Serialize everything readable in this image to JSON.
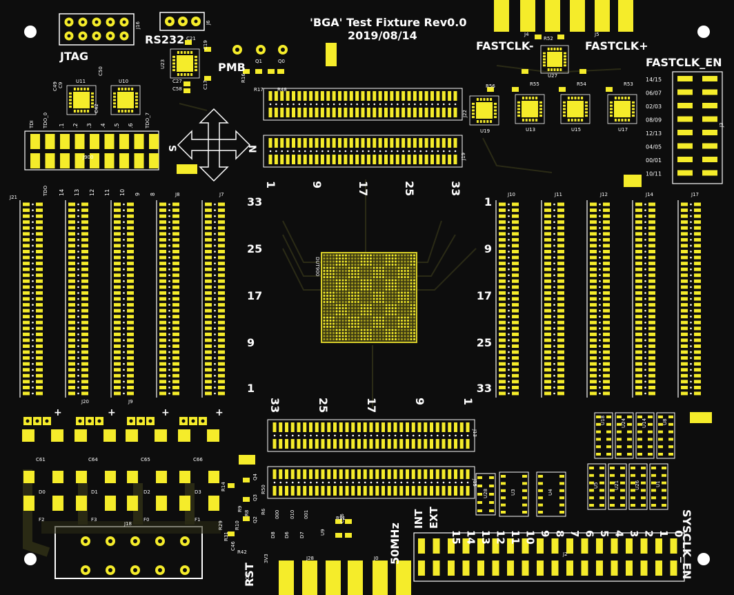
{
  "board": {
    "title": "'BGA' Test Fixture Rev0.0",
    "date": "2019/08/14",
    "colors": {
      "background": "#0d0d0d",
      "copper": "#f5ec2a",
      "silkscreen": "#ffffff",
      "trace": "#2a2a14"
    }
  },
  "labels": {
    "jtag": "JTAG",
    "rs232": "RS232",
    "pmb": "PMB",
    "fastclk_minus": "FASTCLK-",
    "fastclk_plus": "FASTCLK+",
    "fastclk_en": "FASTCLK_EN",
    "mhz": "50MHz",
    "rst": "RST",
    "sysclk_en": "SYSCLK_EN",
    "int": "INT",
    "ext": "EXT",
    "s": "S",
    "n": "N"
  },
  "refdes": {
    "j16": "J16",
    "j6": "J6",
    "u23": "U23",
    "u11": "U11",
    "u10": "U10",
    "c50": "C50",
    "c49": "C49",
    "c9": "C9",
    "c42": "C42",
    "q1": "Q1",
    "q0": "Q0",
    "r16": "R16",
    "r17": "R17",
    "r48": "R48",
    "c21": "C21",
    "c19": "C19",
    "c27": "C27",
    "c58": "C58",
    "c17": "C17",
    "j4": "J4",
    "j5": "J5",
    "r52": "R52",
    "u27": "U27",
    "r56": "R56",
    "r55": "R55",
    "r54": "R54",
    "r53": "R53",
    "u19": "U19",
    "u13": "U13",
    "u15": "U15",
    "u17": "U17",
    "j22": "J22",
    "j19": "J19",
    "j3": "J3",
    "j900": "J900",
    "tdi": "TDI",
    "tdo_0": "TDO_0",
    "tdo_7": "TDO_7",
    "tdo": "TDO",
    "j21": "J21",
    "j20": "J20",
    "j9": "J9",
    "j8": "J8",
    "j7": "J7",
    "j10": "J10",
    "j11": "J11",
    "j12": "J12",
    "j14": "J14",
    "j17": "J17",
    "dut900": "DUT900",
    "j13": "J13",
    "j15": "J15",
    "u18": "U18",
    "u24": "U24",
    "u14": "U14",
    "u8": "U8",
    "u28": "U28",
    "u3": "U3",
    "u4": "U4",
    "u5": "U5",
    "u21": "U21",
    "u26": "U26",
    "u1": "U1",
    "c61": "C61",
    "c64": "C64",
    "c65": "C65",
    "c66": "C66",
    "d0": "D0",
    "d1": "D1",
    "d2": "D2",
    "d3": "D3",
    "f2": "F2",
    "f3": "F3",
    "f0": "F0",
    "f1": "F1",
    "j18": "J18",
    "j2": "J2",
    "j0": "J0",
    "j28": "J28",
    "r51": "R51",
    "c56": "C56",
    "u9": "U9",
    "d8": "D8",
    "d6": "D6",
    "d7": "D7",
    "r14": "R14",
    "r29": "R29",
    "r31": "R31",
    "r42": "R42",
    "r9": "R9",
    "r10": "R10",
    "q4": "Q4",
    "q3": "Q3",
    "q2": "Q2",
    "r8": "R8",
    "r50": "R50",
    "r6": "R6",
    "c46": "C46",
    "so": "SO",
    "v00": "000",
    "v10": "010",
    "v01": "001",
    "v3v3": "3V3"
  },
  "pin_numbers": {
    "left_side": [
      "33",
      "25",
      "17",
      "9",
      "1"
    ],
    "right_side": [
      "1",
      "9",
      "17",
      "25",
      "33"
    ],
    "top_connector": [
      "1",
      "9",
      "17",
      "25",
      "33"
    ],
    "bottom_connector": [
      "33",
      "25",
      "17",
      "9",
      "1"
    ]
  },
  "fastclk_en_rows": [
    "14/15",
    "06/07",
    "02/03",
    "08/09",
    "12/13",
    "04/05",
    "00/01",
    "10/11"
  ],
  "j900_pins": [
    ".1",
    ".2",
    ".3",
    ".4",
    ".5",
    ".6"
  ],
  "j900_bottom_pins": [
    "14",
    "13",
    "12",
    "11",
    "10",
    "9",
    "8"
  ],
  "sysclk_numbers": [
    "15",
    "14",
    "13",
    "12",
    "11",
    "10",
    "9",
    "8",
    "7",
    "6",
    "5",
    "4",
    "3",
    "2",
    "1",
    "0"
  ],
  "plus_signs": [
    "+",
    "+",
    "+",
    "+"
  ]
}
